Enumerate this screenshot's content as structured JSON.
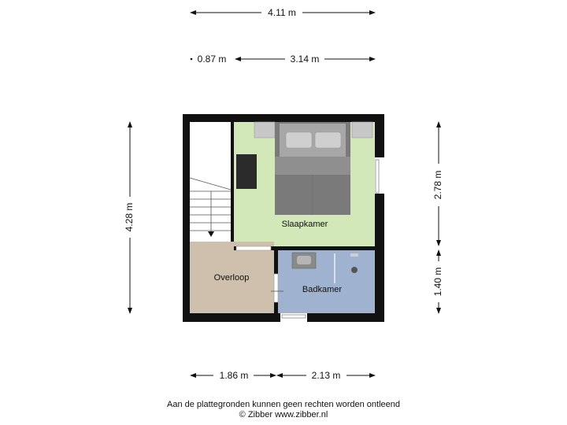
{
  "dimensions": {
    "top_total": "4.11 m",
    "top_left": "0.87 m",
    "top_right": "3.14 m",
    "left_height": "4.28 m",
    "right_upper": "2.78 m",
    "right_lower": "1.40 m",
    "bottom_left": "1.86 m",
    "bottom_right": "2.13 m"
  },
  "rooms": {
    "slaapkamer": "Slaapkamer",
    "overloop": "Overloop",
    "badkamer": "Badkamer"
  },
  "colors": {
    "slaapkamer": "#d3e8b8",
    "overloop": "#cfbfad",
    "badkamer": "#9fb3d1",
    "wall": "#111111"
  },
  "footer": {
    "disclaimer": "Aan de plattegronden kunnen geen rechten worden ontleend",
    "copyright": "© Zibber www.zibber.nl"
  }
}
